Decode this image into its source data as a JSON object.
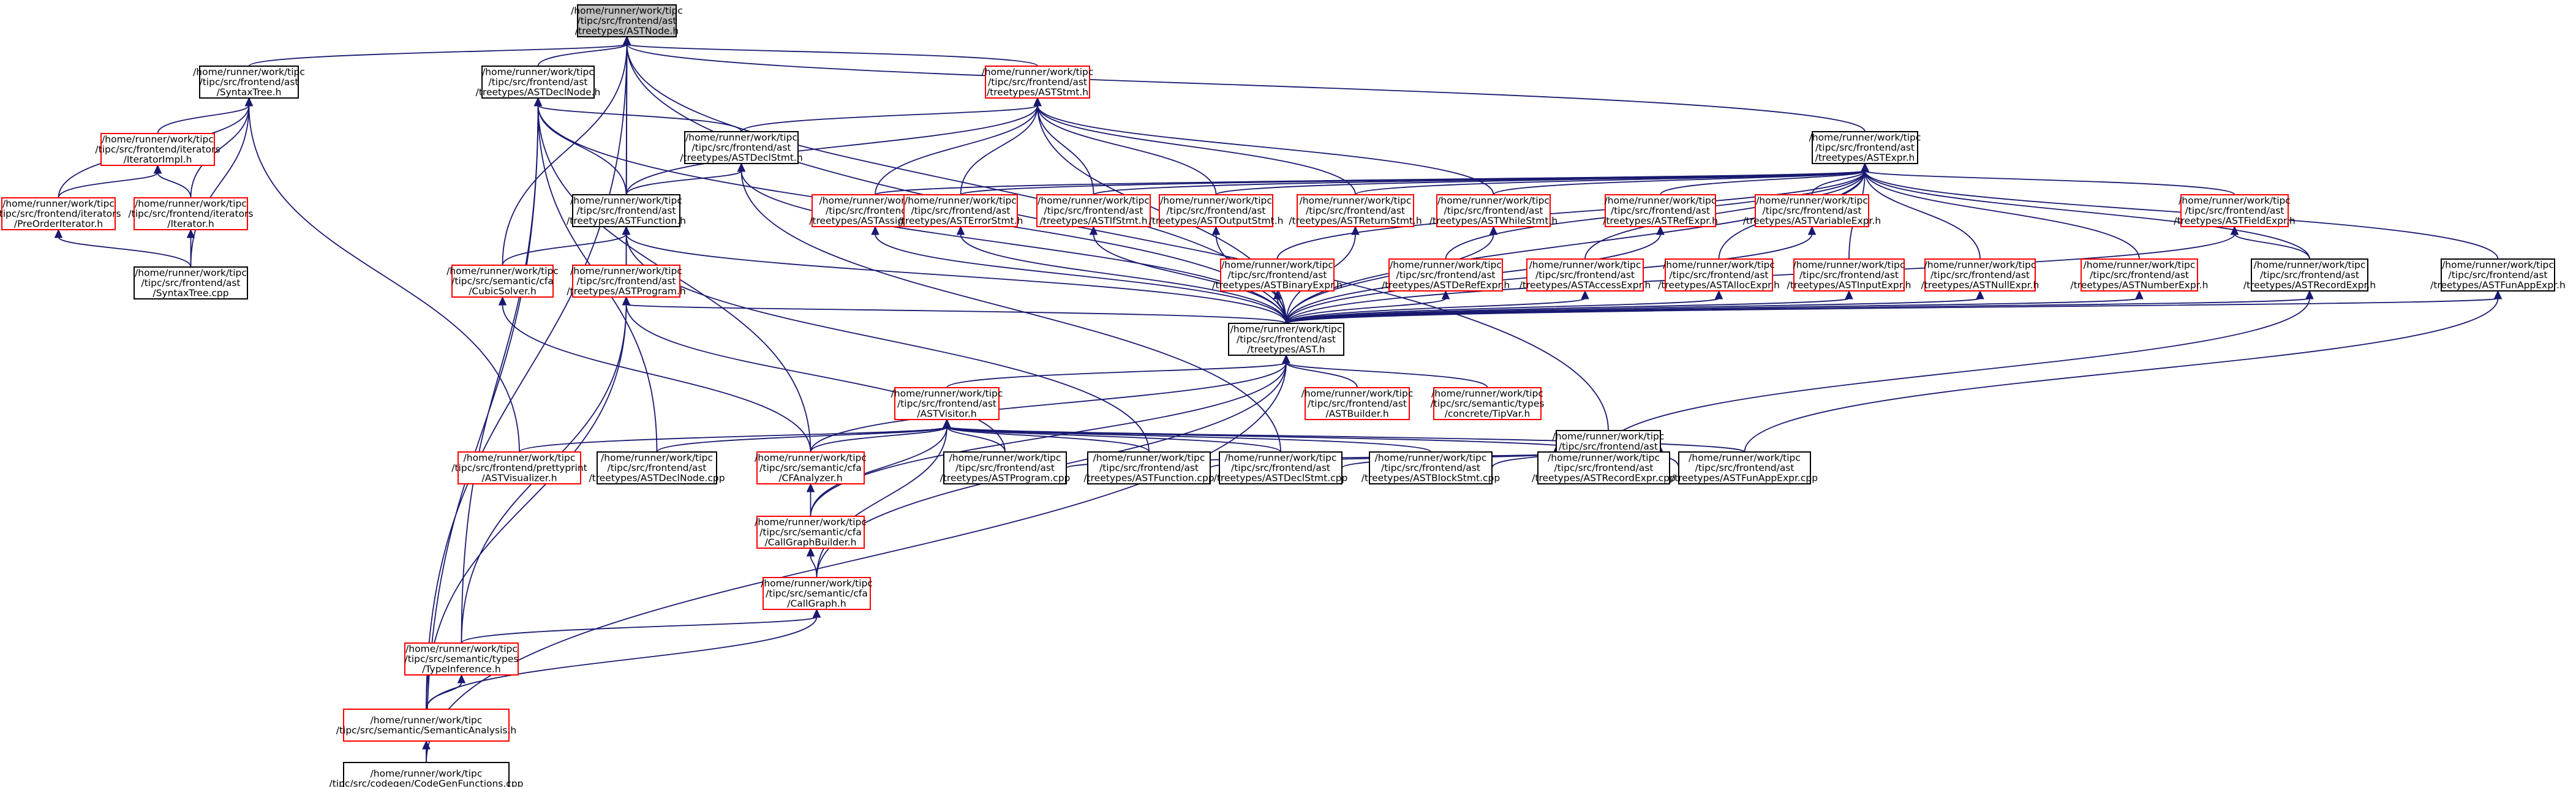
{
  "colors": {
    "focus_fill": "#bfbfbf",
    "focus_border": "#000000",
    "normal_border": "#000000",
    "truncated_border": "#ff0000",
    "edge": "#191970",
    "background": "#ffffff"
  },
  "nodes": {
    "astnode": {
      "lines": [
        "/home/runner/work/tipc",
        "/tipc/src/frontend/ast",
        "/treetypes/ASTNode.h"
      ],
      "style": "focus"
    },
    "syntaxtree_h": {
      "lines": [
        "/home/runner/work/tipc",
        "/tipc/src/frontend/ast",
        "/SyntaxTree.h"
      ],
      "style": "normal"
    },
    "iteratorimpl": {
      "lines": [
        "/home/runner/work/tipc",
        "/tipc/src/frontend/iterators",
        "/IteratorImpl.h"
      ],
      "style": "truncated"
    },
    "preorder": {
      "lines": [
        "/home/runner/work/tipc",
        "/tipc/src/frontend/iterators",
        "/PreOrderIterator.h"
      ],
      "style": "truncated"
    },
    "iterator_h": {
      "lines": [
        "/home/runner/work/tipc",
        "/tipc/src/frontend/iterators",
        "/Iterator.h"
      ],
      "style": "truncated"
    },
    "syntaxtree_cpp": {
      "lines": [
        "/home/runner/work/tipc",
        "/tipc/src/frontend/ast",
        "/SyntaxTree.cpp"
      ],
      "style": "normal"
    },
    "astdeclnode_h": {
      "lines": [
        "/home/runner/work/tipc",
        "/tipc/src/frontend/ast",
        "/treetypes/ASTDeclNode.h"
      ],
      "style": "normal"
    },
    "aststmt_h": {
      "lines": [
        "/home/runner/work/tipc",
        "/tipc/src/frontend/ast",
        "/treetypes/ASTStmt.h"
      ],
      "style": "truncated"
    },
    "astdeclstmt_h": {
      "lines": [
        "/home/runner/work/tipc",
        "/tipc/src/frontend/ast",
        "/treetypes/ASTDeclStmt.h"
      ],
      "style": "normal"
    },
    "astfunction_h": {
      "lines": [
        "/home/runner/work/tipc",
        "/tipc/src/frontend/ast",
        "/treetypes/ASTFunction.h"
      ],
      "style": "normal"
    },
    "cubicsolver": {
      "lines": [
        "/home/runner/work/tipc",
        "/tipc/src/semantic/cfa",
        "/CubicSolver.h"
      ],
      "style": "truncated"
    },
    "astprogram_h": {
      "lines": [
        "/home/runner/work/tipc",
        "/tipc/src/frontend/ast",
        "/treetypes/ASTProgram.h"
      ],
      "style": "truncated"
    },
    "astexpr_h": {
      "lines": [
        "/home/runner/work/tipc",
        "/tipc/src/frontend/ast",
        "/treetypes/ASTExpr.h"
      ],
      "style": "normal"
    },
    "astassignstmt": {
      "lines": [
        "/home/runner/work/tipc",
        "/tipc/src/frontend/ast",
        "/treetypes/ASTAssignStmt.h"
      ],
      "style": "truncated"
    },
    "asterrorstmt": {
      "lines": [
        "/home/runner/work/tipc",
        "/tipc/src/frontend/ast",
        "/treetypes/ASTErrorStmt.h"
      ],
      "style": "truncated"
    },
    "astifstmt": {
      "lines": [
        "/home/runner/work/tipc",
        "/tipc/src/frontend/ast",
        "/treetypes/ASTIfStmt.h"
      ],
      "style": "truncated"
    },
    "astoutputstmt": {
      "lines": [
        "/home/runner/work/tipc",
        "/tipc/src/frontend/ast",
        "/treetypes/ASTOutputStmt.h"
      ],
      "style": "truncated"
    },
    "astreturnstmt": {
      "lines": [
        "/home/runner/work/tipc",
        "/tipc/src/frontend/ast",
        "/treetypes/ASTReturnStmt.h"
      ],
      "style": "truncated"
    },
    "astwhilestmt": {
      "lines": [
        "/home/runner/work/tipc",
        "/tipc/src/frontend/ast",
        "/treetypes/ASTWhileStmt.h"
      ],
      "style": "truncated"
    },
    "astrefexpr": {
      "lines": [
        "/home/runner/work/tipc",
        "/tipc/src/frontend/ast",
        "/treetypes/ASTRefExpr.h"
      ],
      "style": "truncated"
    },
    "astvariableexpr": {
      "lines": [
        "/home/runner/work/tipc",
        "/tipc/src/frontend/ast",
        "/treetypes/ASTVariableExpr.h"
      ],
      "style": "truncated"
    },
    "astfieldexpr": {
      "lines": [
        "/home/runner/work/tipc",
        "/tipc/src/frontend/ast",
        "/treetypes/ASTFieldExpr.h"
      ],
      "style": "truncated"
    },
    "astrecordexpr_h": {
      "lines": [
        "/home/runner/work/tipc",
        "/tipc/src/frontend/ast",
        "/treetypes/ASTRecordExpr.h"
      ],
      "style": "normal"
    },
    "astfunappexpr_h": {
      "lines": [
        "/home/runner/work/tipc",
        "/tipc/src/frontend/ast",
        "/treetypes/ASTFunAppExpr.h"
      ],
      "style": "normal"
    },
    "astbinaryexpr": {
      "lines": [
        "/home/runner/work/tipc",
        "/tipc/src/frontend/ast",
        "/treetypes/ASTBinaryExpr.h"
      ],
      "style": "truncated"
    },
    "astderefexpr": {
      "lines": [
        "/home/runner/work/tipc",
        "/tipc/src/frontend/ast",
        "/treetypes/ASTDeRefExpr.h"
      ],
      "style": "truncated"
    },
    "astaccessexpr": {
      "lines": [
        "/home/runner/work/tipc",
        "/tipc/src/frontend/ast",
        "/treetypes/ASTAccessExpr.h"
      ],
      "style": "truncated"
    },
    "astallocexpr": {
      "lines": [
        "/home/runner/work/tipc",
        "/tipc/src/frontend/ast",
        "/treetypes/ASTAllocExpr.h"
      ],
      "style": "truncated"
    },
    "astinputexpr": {
      "lines": [
        "/home/runner/work/tipc",
        "/tipc/src/frontend/ast",
        "/treetypes/ASTInputExpr.h"
      ],
      "style": "truncated"
    },
    "astnullexpr": {
      "lines": [
        "/home/runner/work/tipc",
        "/tipc/src/frontend/ast",
        "/treetypes/ASTNullExpr.h"
      ],
      "style": "truncated"
    },
    "astnumberexpr": {
      "lines": [
        "/home/runner/work/tipc",
        "/tipc/src/frontend/ast",
        "/treetypes/ASTNumberExpr.h"
      ],
      "style": "truncated"
    },
    "ast_h": {
      "lines": [
        "/home/runner/work/tipc",
        "/tipc/src/frontend/ast",
        "/treetypes/AST.h"
      ],
      "style": "normal"
    },
    "astbuilder": {
      "lines": [
        "/home/runner/work/tipc",
        "/tipc/src/frontend/ast",
        "/ASTBuilder.h"
      ],
      "style": "truncated"
    },
    "tipvar": {
      "lines": [
        "/home/runner/work/tipc",
        "/tipc/src/semantic/types",
        "/concrete/TipVar.h"
      ],
      "style": "truncated"
    },
    "astinternal": {
      "lines": [
        "/home/runner/work/tipc",
        "/tipc/src/frontend/ast",
        "/treetypes/ASTinternal.h"
      ],
      "style": "normal"
    },
    "astvisitor": {
      "lines": [
        "/home/runner/work/tipc",
        "/tipc/src/frontend/ast",
        "/ASTVisitor.h"
      ],
      "style": "truncated"
    },
    "astvisualizer": {
      "lines": [
        "/home/runner/work/tipc",
        "/tipc/src/frontend/prettyprint",
        "/ASTVisualizer.h"
      ],
      "style": "truncated"
    },
    "astdeclnode_cpp": {
      "lines": [
        "/home/runner/work/tipc",
        "/tipc/src/frontend/ast",
        "/treetypes/ASTDeclNode.cpp"
      ],
      "style": "normal"
    },
    "cfanalyzer": {
      "lines": [
        "/home/runner/work/tipc",
        "/tipc/src/semantic/cfa",
        "/CFAnalyzer.h"
      ],
      "style": "truncated"
    },
    "astprogram_cpp": {
      "lines": [
        "/home/runner/work/tipc",
        "/tipc/src/frontend/ast",
        "/treetypes/ASTProgram.cpp"
      ],
      "style": "normal"
    },
    "astfunction_cpp": {
      "lines": [
        "/home/runner/work/tipc",
        "/tipc/src/frontend/ast",
        "/treetypes/ASTFunction.cpp"
      ],
      "style": "normal"
    },
    "astdeclstmt_cpp": {
      "lines": [
        "/home/runner/work/tipc",
        "/tipc/src/frontend/ast",
        "/treetypes/ASTDeclStmt.cpp"
      ],
      "style": "normal"
    },
    "astblockstmt_cpp": {
      "lines": [
        "/home/runner/work/tipc",
        "/tipc/src/frontend/ast",
        "/treetypes/ASTBlockStmt.cpp"
      ],
      "style": "normal"
    },
    "astrecordexpr_cpp": {
      "lines": [
        "/home/runner/work/tipc",
        "/tipc/src/frontend/ast",
        "/treetypes/ASTRecordExpr.cpp"
      ],
      "style": "normal"
    },
    "astfunappexpr_cpp": {
      "lines": [
        "/home/runner/work/tipc",
        "/tipc/src/frontend/ast",
        "/treetypes/ASTFunAppExpr.cpp"
      ],
      "style": "normal"
    },
    "callgraphbuilder": {
      "lines": [
        "/home/runner/work/tipc",
        "/tipc/src/semantic/cfa",
        "/CallGraphBuilder.h"
      ],
      "style": "truncated"
    },
    "callgraph": {
      "lines": [
        "/home/runner/work/tipc",
        "/tipc/src/semantic/cfa",
        "/CallGraph.h"
      ],
      "style": "truncated"
    },
    "typeinference": {
      "lines": [
        "/home/runner/work/tipc",
        "/tipc/src/semantic/types",
        "/TypeInference.h"
      ],
      "style": "truncated"
    },
    "semanticanalysis": {
      "lines": [
        "/home/runner/work/tipc",
        "/tipc/src/semantic/SemanticAnalysis.h"
      ],
      "style": "truncated"
    },
    "codegenfunctions": {
      "lines": [
        "/home/runner/work/tipc",
        "/tipc/src/codegen/CodeGenFunctions.cpp"
      ],
      "style": "normal"
    }
  },
  "edges": [
    [
      "astnode",
      "syntaxtree_h"
    ],
    [
      "astnode",
      "astdeclnode_h"
    ],
    [
      "astnode",
      "aststmt_h"
    ],
    [
      "astnode",
      "astexpr_h"
    ],
    [
      "astnode",
      "astfunction_h"
    ],
    [
      "astnode",
      "astprogram_h"
    ],
    [
      "astnode",
      "astinternal"
    ],
    [
      "astnode",
      "ast_h"
    ],
    [
      "astnode",
      "cubicsolver"
    ],
    [
      "astnode",
      "semanticanalysis"
    ],
    [
      "syntaxtree_h",
      "iteratorimpl"
    ],
    [
      "syntaxtree_h",
      "preorder"
    ],
    [
      "syntaxtree_h",
      "iterator_h"
    ],
    [
      "syntaxtree_h",
      "syntaxtree_cpp"
    ],
    [
      "syntaxtree_h",
      "astvisualizer"
    ],
    [
      "iteratorimpl",
      "preorder"
    ],
    [
      "iteratorimpl",
      "iterator_h"
    ],
    [
      "preorder",
      "syntaxtree_cpp"
    ],
    [
      "iterator_h",
      "syntaxtree_cpp"
    ],
    [
      "astdeclnode_h",
      "astdeclstmt_h"
    ],
    [
      "astdeclnode_h",
      "astfunction_h"
    ],
    [
      "astdeclnode_h",
      "ast_h"
    ],
    [
      "astdeclnode_h",
      "astdeclnode_cpp"
    ],
    [
      "astdeclnode_h",
      "typeinference"
    ],
    [
      "astdeclnode_h",
      "codegenfunctions"
    ],
    [
      "astdeclnode_h",
      "cfanalyzer"
    ],
    [
      "aststmt_h",
      "astdeclstmt_h"
    ],
    [
      "aststmt_h",
      "astfunction_h"
    ],
    [
      "aststmt_h",
      "astassignstmt"
    ],
    [
      "aststmt_h",
      "asterrorstmt"
    ],
    [
      "aststmt_h",
      "astifstmt"
    ],
    [
      "aststmt_h",
      "astoutputstmt"
    ],
    [
      "aststmt_h",
      "astreturnstmt"
    ],
    [
      "aststmt_h",
      "astwhilestmt"
    ],
    [
      "aststmt_h",
      "ast_h"
    ],
    [
      "astdeclstmt_h",
      "astfunction_h"
    ],
    [
      "astdeclstmt_h",
      "ast_h"
    ],
    [
      "astdeclstmt_h",
      "astdeclstmt_cpp"
    ],
    [
      "astfunction_h",
      "astprogram_h"
    ],
    [
      "astfunction_h",
      "cubicsolver"
    ],
    [
      "astfunction_h",
      "ast_h"
    ],
    [
      "astfunction_h",
      "astfunction_cpp"
    ],
    [
      "astprogram_h",
      "ast_h"
    ],
    [
      "astprogram_h",
      "astprogram_cpp"
    ],
    [
      "astprogram_h",
      "typeinference"
    ],
    [
      "astprogram_h",
      "semanticanalysis"
    ],
    [
      "cubicsolver",
      "cfanalyzer"
    ],
    [
      "astexpr_h",
      "astassignstmt"
    ],
    [
      "astexpr_h",
      "asterrorstmt"
    ],
    [
      "astexpr_h",
      "astifstmt"
    ],
    [
      "astexpr_h",
      "astoutputstmt"
    ],
    [
      "astexpr_h",
      "astreturnstmt"
    ],
    [
      "astexpr_h",
      "astwhilestmt"
    ],
    [
      "astexpr_h",
      "astrefexpr"
    ],
    [
      "astexpr_h",
      "astvariableexpr"
    ],
    [
      "astexpr_h",
      "astfieldexpr"
    ],
    [
      "astexpr_h",
      "astrecordexpr_h"
    ],
    [
      "astexpr_h",
      "astfunappexpr_h"
    ],
    [
      "astexpr_h",
      "astbinaryexpr"
    ],
    [
      "astexpr_h",
      "astderefexpr"
    ],
    [
      "astexpr_h",
      "astaccessexpr"
    ],
    [
      "astexpr_h",
      "astallocexpr"
    ],
    [
      "astexpr_h",
      "astinputexpr"
    ],
    [
      "astexpr_h",
      "astnullexpr"
    ],
    [
      "astexpr_h",
      "astnumberexpr"
    ],
    [
      "astexpr_h",
      "ast_h"
    ],
    [
      "astassignstmt",
      "ast_h"
    ],
    [
      "asterrorstmt",
      "ast_h"
    ],
    [
      "astifstmt",
      "ast_h"
    ],
    [
      "astoutputstmt",
      "ast_h"
    ],
    [
      "astreturnstmt",
      "ast_h"
    ],
    [
      "astwhilestmt",
      "ast_h"
    ],
    [
      "astrefexpr",
      "ast_h"
    ],
    [
      "astvariableexpr",
      "ast_h"
    ],
    [
      "astfieldexpr",
      "ast_h"
    ],
    [
      "astfieldexpr",
      "astrecordexpr_h"
    ],
    [
      "astrecordexpr_h",
      "ast_h"
    ],
    [
      "astrecordexpr_h",
      "astrecordexpr_cpp"
    ],
    [
      "astfunappexpr_h",
      "ast_h"
    ],
    [
      "astfunappexpr_h",
      "astfunappexpr_cpp"
    ],
    [
      "astbinaryexpr",
      "ast_h"
    ],
    [
      "astderefexpr",
      "ast_h"
    ],
    [
      "astaccessexpr",
      "ast_h"
    ],
    [
      "astallocexpr",
      "ast_h"
    ],
    [
      "astinputexpr",
      "ast_h"
    ],
    [
      "astnullexpr",
      "ast_h"
    ],
    [
      "astnumberexpr",
      "ast_h"
    ],
    [
      "ast_h",
      "astbuilder"
    ],
    [
      "ast_h",
      "tipvar"
    ],
    [
      "ast_h",
      "astvisitor"
    ],
    [
      "ast_h",
      "cfanalyzer"
    ],
    [
      "ast_h",
      "callgraphbuilder"
    ],
    [
      "ast_h",
      "callgraph"
    ],
    [
      "ast_h",
      "codegenfunctions"
    ],
    [
      "astinternal",
      "astprogram_cpp"
    ],
    [
      "astinternal",
      "astfunction_cpp"
    ],
    [
      "astinternal",
      "astdeclstmt_cpp"
    ],
    [
      "astinternal",
      "astblockstmt_cpp"
    ],
    [
      "astinternal",
      "astrecordexpr_cpp"
    ],
    [
      "astinternal",
      "astfunappexpr_cpp"
    ],
    [
      "astvisitor",
      "astvisualizer"
    ],
    [
      "astvisitor",
      "astdeclnode_cpp"
    ],
    [
      "astvisitor",
      "cfanalyzer"
    ],
    [
      "astvisitor",
      "astprogram_cpp"
    ],
    [
      "astvisitor",
      "astfunction_cpp"
    ],
    [
      "astvisitor",
      "astdeclstmt_cpp"
    ],
    [
      "astvisitor",
      "astblockstmt_cpp"
    ],
    [
      "astvisitor",
      "astrecordexpr_cpp"
    ],
    [
      "astvisitor",
      "astfunappexpr_cpp"
    ],
    [
      "astvisitor",
      "callgraphbuilder"
    ],
    [
      "astvisitor",
      "callgraph"
    ],
    [
      "cfanalyzer",
      "callgraphbuilder"
    ],
    [
      "callgraphbuilder",
      "callgraph"
    ],
    [
      "callgraph",
      "typeinference"
    ],
    [
      "callgraph",
      "semanticanalysis"
    ],
    [
      "typeinference",
      "semanticanalysis"
    ],
    [
      "semanticanalysis",
      "codegenfunctions"
    ]
  ]
}
